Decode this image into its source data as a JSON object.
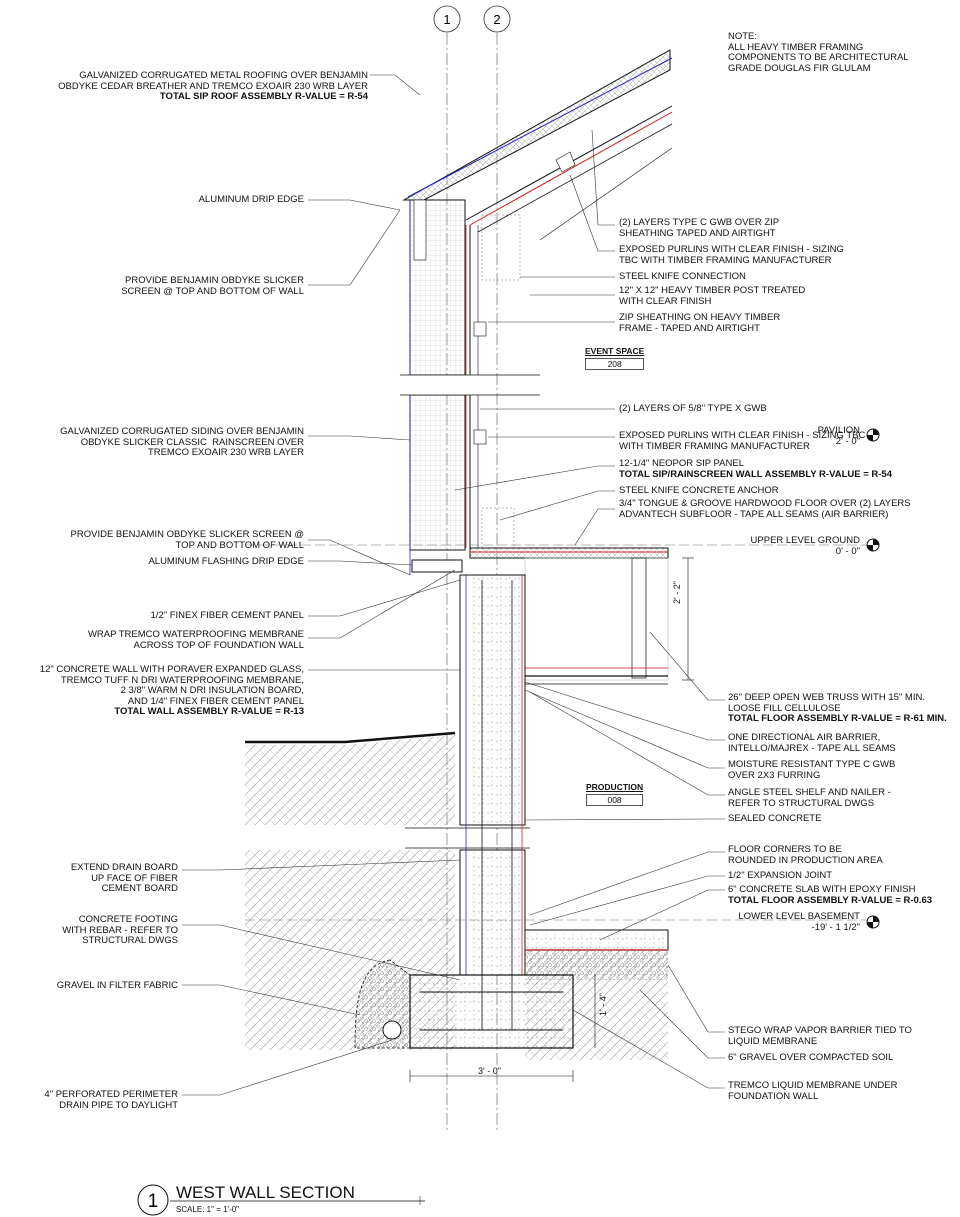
{
  "grid": {
    "line1": "1",
    "line2": "2"
  },
  "general_note": {
    "heading": "NOTE:",
    "text": "ALL HEAVY TIMBER FRAMING\nCOMPONENTS TO BE ARCHITECTURAL\nGRADE DOUGLAS FIR GLULAM"
  },
  "left_notes": {
    "roofing": "GALVANIZED CORRUGATED METAL ROOFING OVER BENJAMIN\nOBDYKE CEDAR BREATHER AND TREMCO EXOAIR 230 WRB LAYER",
    "roofing_rvalue": "TOTAL SIP ROOF ASSEMBLY R-VALUE = R-54",
    "drip_edge": "ALUMINUM DRIP EDGE",
    "slicker_top": "PROVIDE BENJAMIN OBDYKE SLICKER\nSCREEN @ TOP AND BOTTOM OF WALL",
    "siding": "GALVANIZED CORRUGATED SIDING OVER BENJAMIN\nOBDYKE SLICKER CLASSIC  RAINSCREEN OVER\nTREMCO EXOAIR 230 WRB LAYER",
    "slicker_mid": "PROVIDE BENJAMIN OBDYKE SLICKER SCREEN @\nTOP AND BOTTOM OF WALL",
    "flashing": "ALUMINUM FLASHING DRIP EDGE",
    "finex": "1/2\" FINEX FIBER CEMENT PANEL",
    "wrap": "WRAP TREMCO WATERPROOFING MEMBRANE\nACROSS TOP OF FOUNDATION WALL",
    "concrete_wall": "12\" CONCRETE WALL WITH PORAVER EXPANDED GLASS,\nTREMCO TUFF N DRI WATERPROOFING MEMBRANE,\n2 3/8\" WARM N DRI INSULATION BOARD,\nAND 1/4\" FINEX FIBER CEMENT PANEL",
    "wall_rvalue": "TOTAL WALL ASSEMBLY R-VALUE = R-13",
    "drain_board": "EXTEND DRAIN BOARD\nUP FACE OF FIBER\nCEMENT BOARD",
    "footing": "CONCRETE FOOTING\nWITH REBAR - REFER TO\nSTRUCTURAL DWGS",
    "gravel": "GRAVEL IN FILTER FABRIC",
    "drain_pipe": "4\" PERFORATED PERIMETER\nDRAIN PIPE TO DAYLIGHT"
  },
  "right_notes": {
    "gwb_zip": "(2) LAYERS TYPE C GWB OVER ZIP\nSHEATHING TAPED AND AIRTIGHT",
    "purlins_top": "EXPOSED PURLINS WITH CLEAR FINISH - SIZING\nTBC WITH TIMBER FRAMING MANUFACTURER",
    "knife": "STEEL KNIFE CONNECTION",
    "post": "12\" X 12\" HEAVY TIMBER POST TREATED\nWITH CLEAR FINISH",
    "zip_frame": "ZIP SHEATHING ON HEAVY TIMBER\nFRAME - TAPED AND AIRTIGHT",
    "gwb58": "(2) LAYERS OF 5/8\" TYPE X GWB",
    "purlins_mid": "EXPOSED PURLINS WITH CLEAR FINISH - SIZING TBC\nWITH TIMBER FRAMING MANUFACTURER",
    "sip": "12-1/4\" NEOPOR SIP PANEL",
    "sip_rvalue": "TOTAL SIP/RAINSCREEN WALL ASSEMBLY R-VALUE = R-54",
    "knife_anchor": "STEEL KNIFE CONCRETE ANCHOR",
    "floor": "3/4\" TONGUE & GROOVE HARDWOOD FLOOR OVER (2) LAYERS\nADVANTECH SUBFLOOR - TAPE ALL SEAMS (AIR BARRIER)",
    "truss": "26\" DEEP OPEN WEB TRUSS WITH 15\" MIN.\nLOOSE FILL CELLULOSE",
    "floor_rvalue": "TOTAL FLOOR ASSEMBLY R-VALUE = R-61 MIN.",
    "air_barrier": "ONE DIRECTIONAL AIR BARRIER,\nINTELLO/MAJREX - TAPE ALL SEAMS",
    "moisture": "MOISTURE RESISTANT TYPE C GWB\nOVER 2x3 FURRING",
    "angle": "ANGLE STEEL SHELF AND NAILER -\nREFER TO STRUCTURAL DWGS",
    "sealed": "SEALED CONCRETE",
    "corners": "FLOOR CORNERS TO BE\nROUNDED IN PRODUCTION AREA",
    "expansion": "1/2\" EXPANSION JOINT",
    "slab": "6\" CONCRETE SLAB WITH EPOXY FINISH",
    "slab_rvalue": "TOTAL FLOOR ASSEMBLY R-VALUE = R-0.63",
    "stego": "STEGO WRAP VAPOR BARRIER TIED TO\nLIQUID MEMBRANE",
    "gravel6": "6\" GRAVEL OVER COMPACTED SOIL",
    "liquid": "TREMCO LIQUID MEMBRANE UNDER\nFOUNDATION WALL"
  },
  "rooms": {
    "event": {
      "name": "EVENT SPACE",
      "number": "208"
    },
    "production": {
      "name": "PRODUCTION",
      "number": "008"
    }
  },
  "levels": {
    "pavilion": {
      "name": "PAVILION",
      "elev": "2' - 0\""
    },
    "upper": {
      "name": "UPPER LEVEL GROUND",
      "elev": "0' - 0\""
    },
    "lower": {
      "name": "LOWER LEVEL BASEMENT",
      "elev": "-19' - 1 1/2\""
    }
  },
  "dims": {
    "floor_depth": "2' - 2\"",
    "footing_depth": "1' - 4\"",
    "footing_width": "3' - 0\""
  },
  "title_block": {
    "number": "1",
    "title": "WEST WALL SECTION",
    "scale": "SCALE:  1\" = 1'-0\""
  },
  "colors": {
    "line": "#111111",
    "red": "#d21e1e",
    "blue": "#2323c8",
    "hatch": "#9a9a9a"
  }
}
